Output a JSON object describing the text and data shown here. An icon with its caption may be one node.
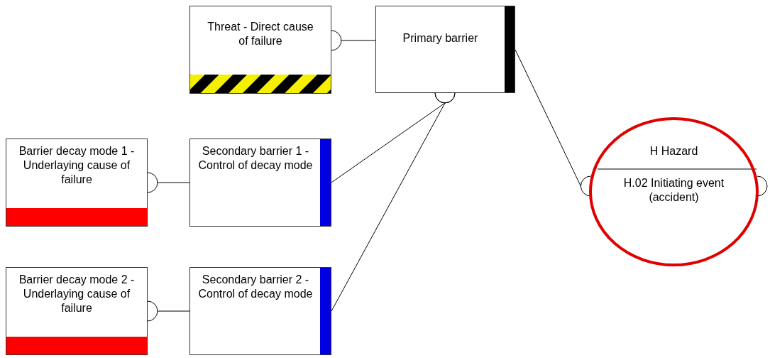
{
  "diagram": {
    "nodes": [
      {
        "text": [
          "Threat - Direct cause of failure"
        ]
      },
      {
        "text": [
          "Primary barrier"
        ]
      },
      {
        "text": [
          "H Hazard",
          "H.02 Initiating event (accident)"
        ]
      },
      {
        "text": [
          "Barrier decay mode 1 - Underlaying cause of failure"
        ]
      },
      {
        "text": [
          "Secondary barrier 1 - Control of decay mode"
        ]
      },
      {
        "text": [
          "Barrier decay mode 2 - Underlaying cause of failure"
        ]
      },
      {
        "text": [
          "Secondary barrier 2 - Control of decay mode"
        ]
      }
    ],
    "edges": [
      {
        "from": 0,
        "to": 1,
        "arrow": "other"
      },
      {
        "from": 2,
        "to": 1,
        "arrow": "other"
      },
      {
        "from": 1,
        "to": 4,
        "arrow": "other"
      },
      {
        "from": 1,
        "to": 6,
        "arrow": "other"
      },
      {
        "from": 3,
        "to": 4,
        "arrow": "other"
      },
      {
        "from": 5,
        "to": 6,
        "arrow": "other"
      }
    ]
  }
}
